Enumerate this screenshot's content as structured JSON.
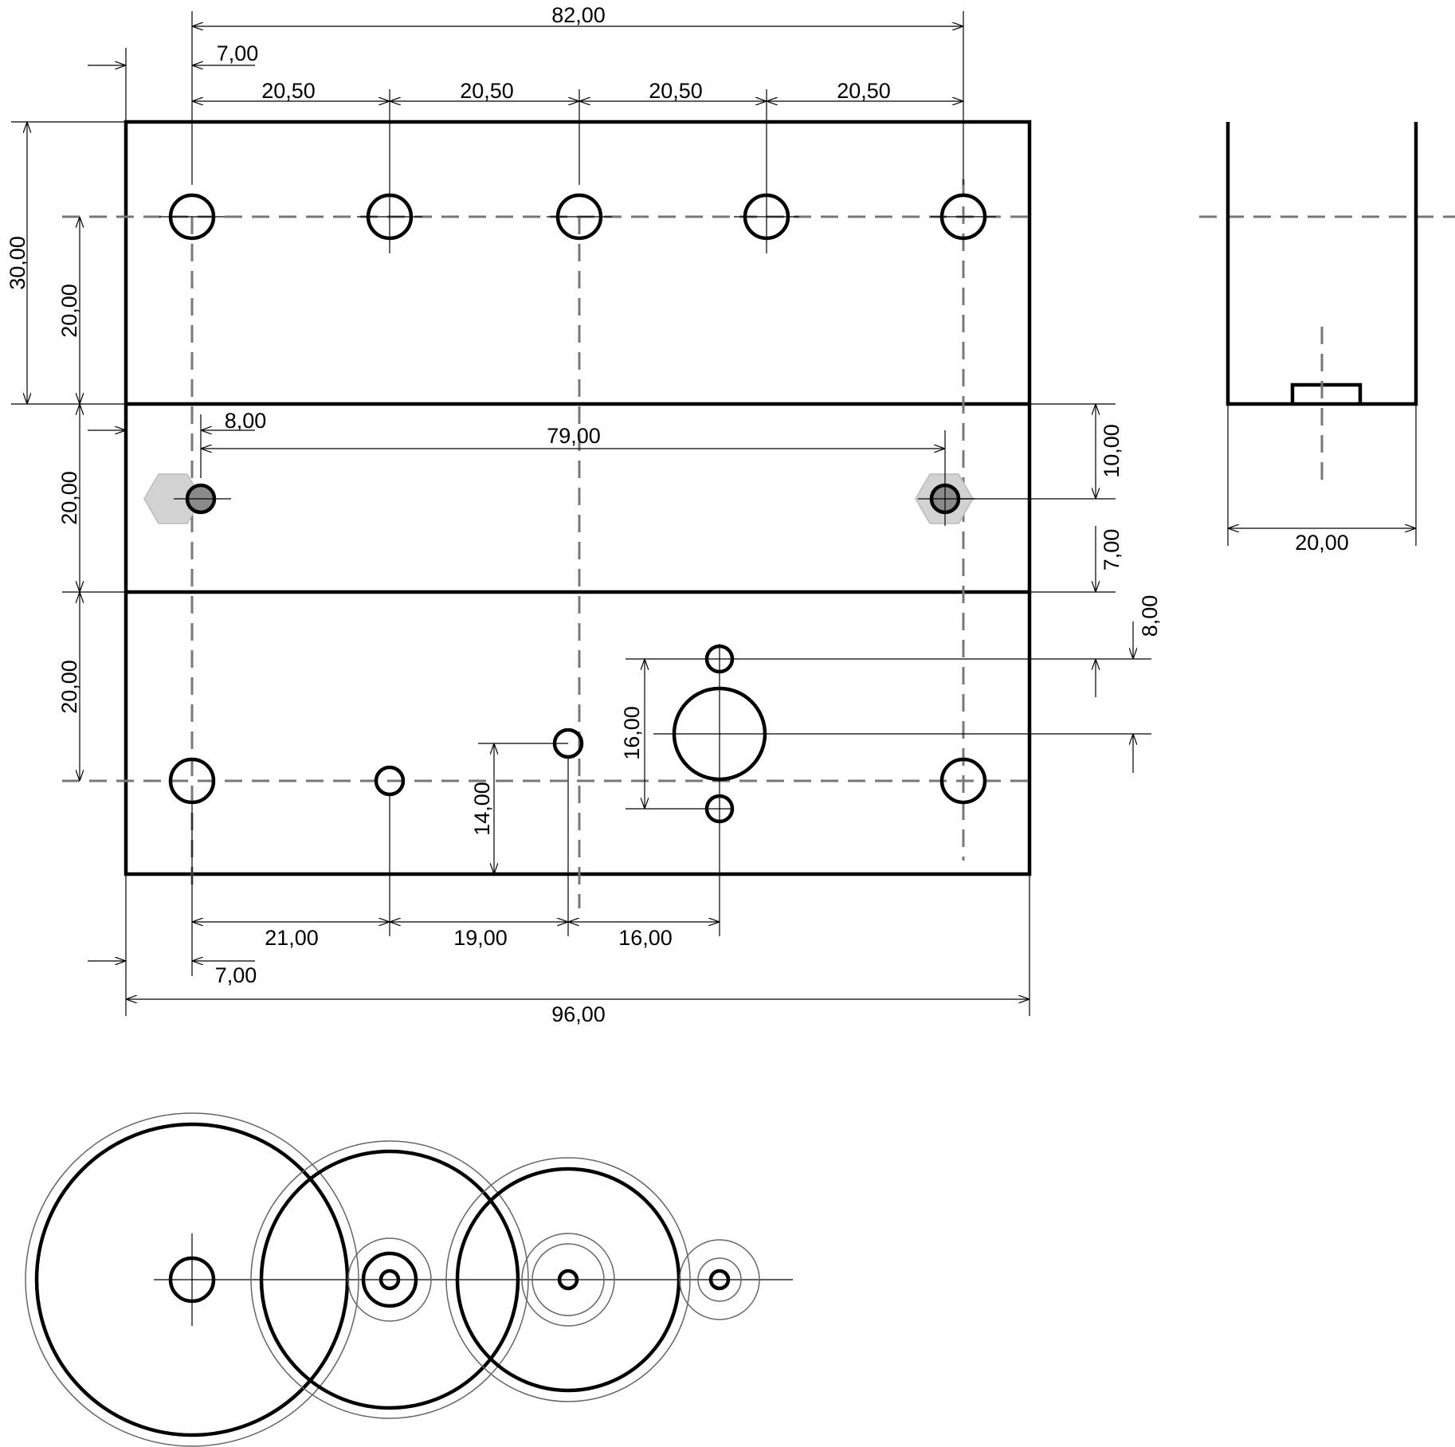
{
  "dimensions": {
    "top_overall": "82,00",
    "top_offset": "7,00",
    "top_pitch_1": "20,50",
    "top_pitch_2": "20,50",
    "top_pitch_3": "20,50",
    "top_pitch_4": "20,50",
    "left_height_outer": "30,00",
    "left_height_upper": "20,00",
    "left_height_middle": "20,00",
    "left_height_lower": "20,00",
    "middle_offset": "8,00",
    "middle_span": "79,00",
    "right_10": "10,00",
    "right_7": "7,00",
    "right_8": "8,00",
    "motor_16_vertical": "16,00",
    "small_hole_14": "14,00",
    "bottom_21": "21,00",
    "bottom_19": "19,00",
    "bottom_16": "16,00",
    "bottom_offset": "7,00",
    "bottom_overall": "96,00",
    "side_width": "20,00"
  },
  "colors": {
    "line": "#000000",
    "centerline": "#777777",
    "nut_fill": "#8a8a8a",
    "nut_hex": "#d2d2d2"
  }
}
